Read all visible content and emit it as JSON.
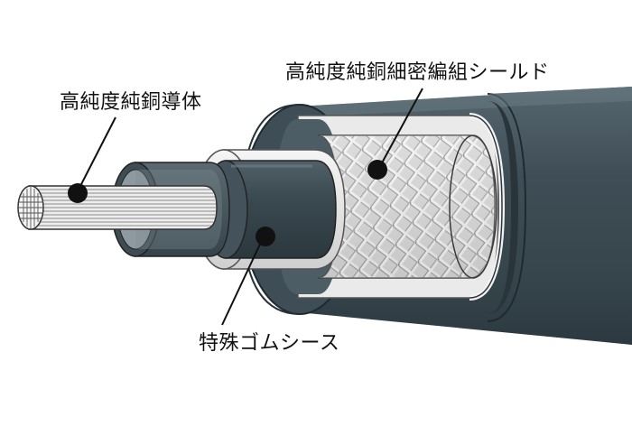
{
  "labels": {
    "conductor": "高純度純銅導体",
    "shield": "高純度純銅細密編組シールド",
    "sheath": "特殊ゴムシース"
  },
  "colors": {
    "background": "#ffffff",
    "outer_jacket": "#3d4c54",
    "inner_sheath": "#3a4850",
    "foam_layer": "#e6e6e6",
    "braid_wire": "#d8d8d8",
    "conductor_wire": "#f2f2f2",
    "leader_line": "#111111",
    "marker_dot": "#111111"
  }
}
